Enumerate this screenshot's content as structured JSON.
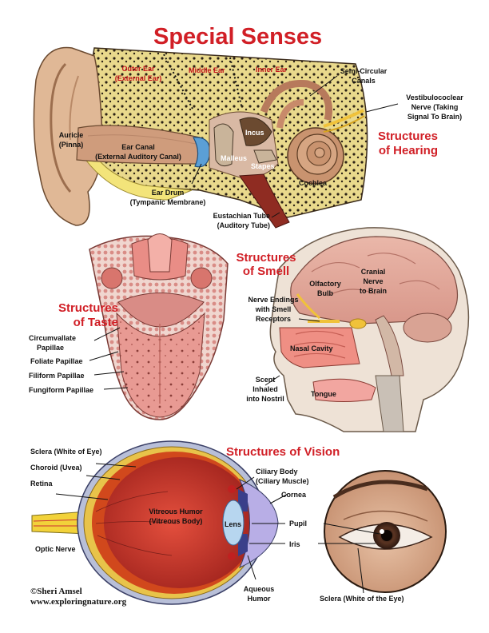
{
  "title": "Special Senses",
  "hearing": {
    "heading_line1": "Structures",
    "heading_line2": "of Hearing",
    "outer_ear": {
      "line1": "Outer Ear",
      "line2": "(External Ear)"
    },
    "middle_ear": "Middle Ear",
    "inner_ear": "Inner Ear",
    "auricle": {
      "line1": "Auricle",
      "line2": "(Pinna)"
    },
    "ear_canal": {
      "line1": "Ear Canal",
      "line2": "(External Auditory Canal)"
    },
    "ear_drum": {
      "line1": "Ear Drum",
      "line2": "(Tympanic Membrane)"
    },
    "incus": "Incus",
    "malleus": "Malleus",
    "stapes": "Stapes",
    "cochlea": "Cochlea",
    "semicircular": {
      "line1": "Semi-Circular",
      "line2": "Canals"
    },
    "nerve": {
      "line1": "Vestibulococlear",
      "line2": "Nerve (Taking",
      "line3": "Signal To Brain)"
    },
    "eustachian": {
      "line1": "Eustachian Tube",
      "line2": "(Auditory Tube)"
    }
  },
  "taste": {
    "heading_line1": "Structures",
    "heading_line2": "of Taste",
    "circumvallate": {
      "line1": "Circumvallate",
      "line2": "Papillae"
    },
    "foliate": "Foliate Papillae",
    "filiform": "Filiform Papillae",
    "fungiform": "Fungiform Papillae"
  },
  "smell": {
    "heading_line1": "Structures",
    "heading_line2": "of Smell",
    "nerve_endings": {
      "line1": "Nerve Endings",
      "line2": "with Smell",
      "line3": "Receptors"
    },
    "olfactory_bulb": {
      "line1": "Olfactory",
      "line2": "Bulb"
    },
    "cranial_nerve": {
      "line1": "Cranial",
      "line2": "Nerve",
      "line3": "to Brain"
    },
    "nasal_cavity": "Nasal Cavity",
    "scent": {
      "line1": "Scent",
      "line2": "Inhaled",
      "line3": "into Nostril"
    },
    "tongue": "Tongue"
  },
  "vision": {
    "heading": "Structures of Vision",
    "sclera": "Sclera (White of Eye)",
    "choroid": "Choroid (Uvea)",
    "retina": "Retina",
    "optic_nerve": "Optic Nerve",
    "vitreous": {
      "line1": "Vitreous Humor",
      "line2": "(Vitreous Body)"
    },
    "lens": "Lens",
    "ciliary": {
      "line1": "Ciliary Body",
      "line2": "(Ciliary Muscle)"
    },
    "cornea": "Cornea",
    "pupil": "Pupil",
    "iris": "Iris",
    "aqueous": {
      "line1": "Aqueous",
      "line2": "Humor"
    },
    "sclera_eye": "Sclera  (White of the Eye)"
  },
  "credit": {
    "line1": "©Sheri Amsel",
    "line2": "www.exploringnature.org"
  }
}
